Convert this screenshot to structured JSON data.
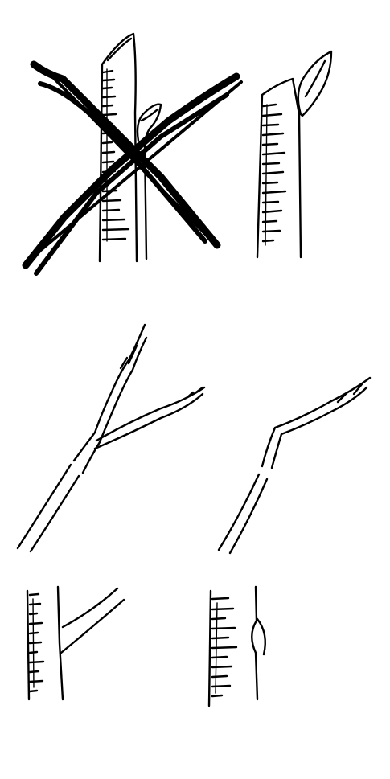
{
  "figure": {
    "background": "#ffffff",
    "ink": "#000000",
    "style": "black-and-white pen sketch",
    "panels": [
      {
        "id": "wrong-stub-cut",
        "icon": "cross-out-mark",
        "marked_incorrect": true
      },
      {
        "id": "correct-cut-above-bud",
        "icon": "bud-icon",
        "marked_incorrect": false
      },
      {
        "id": "forked-branch-before",
        "icon": "branch-fork-icon",
        "marked_incorrect": false
      },
      {
        "id": "forked-branch-after",
        "icon": "pruned-branch-icon",
        "marked_incorrect": false
      },
      {
        "id": "trunk-with-side-branch",
        "icon": "side-branch-icon",
        "marked_incorrect": false
      },
      {
        "id": "trunk-healed-wound",
        "icon": "callus-icon",
        "marked_incorrect": false
      }
    ]
  }
}
